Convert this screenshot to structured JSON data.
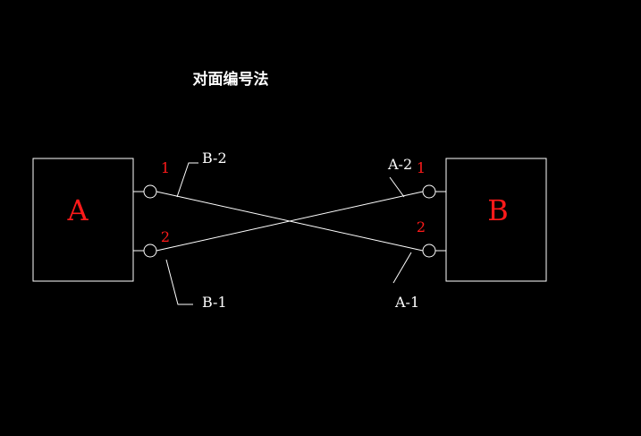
{
  "title": "对面编号法",
  "colors": {
    "background": "#000000",
    "line": "#ffffff",
    "label": "#ff1a1a"
  },
  "device_a": {
    "name": "A",
    "terminal_1": "1",
    "terminal_2": "2",
    "wire_1_tag": "B-2",
    "wire_2_tag": "B-1"
  },
  "device_b": {
    "name": "B",
    "terminal_1": "1",
    "terminal_2": "2",
    "wire_1_tag": "A-2",
    "wire_2_tag": "A-1"
  }
}
